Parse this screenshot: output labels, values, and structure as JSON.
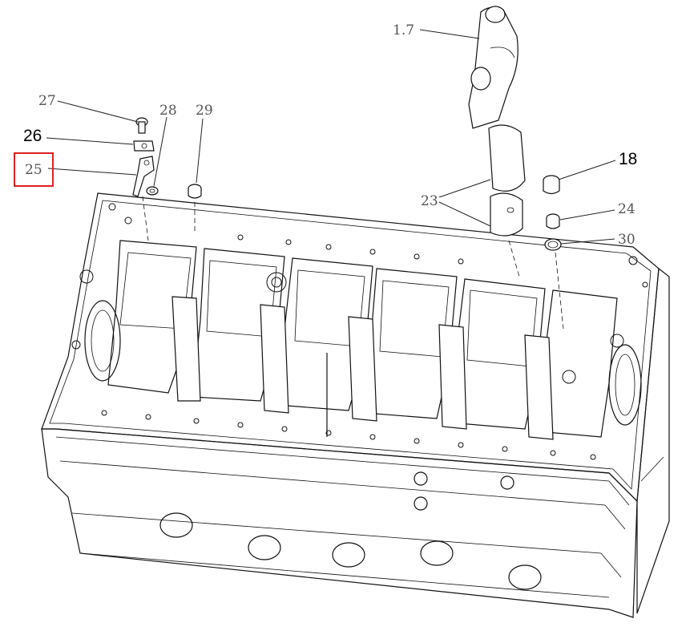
{
  "labels": {
    "l27": "27",
    "l26": "26",
    "l25": "25",
    "l28": "28",
    "l29": "29",
    "l17": "1.7",
    "l18": "18",
    "l23": "23",
    "l24": "24",
    "l30": "30"
  },
  "highlight_color": "#e02020"
}
